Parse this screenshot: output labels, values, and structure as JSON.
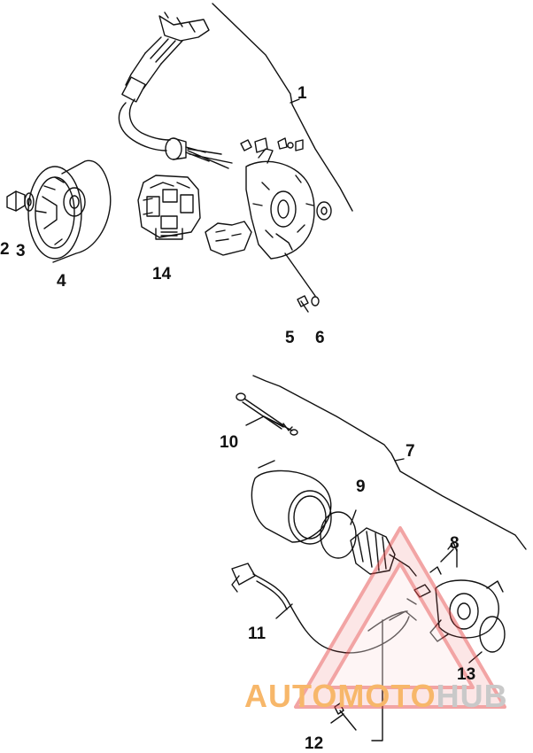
{
  "callouts": {
    "c1": "1",
    "c2": "2",
    "c3": "3",
    "c4": "4",
    "c5": "5",
    "c6": "6",
    "c7": "7",
    "c8": "8",
    "c9": "9",
    "c10": "10",
    "c11": "11",
    "c12": "12",
    "c13": "13",
    "c14": "14"
  },
  "watermark": {
    "part1": "AUTOMOTO",
    "part2": "HUB"
  },
  "colors": {
    "line": "#111111",
    "watermark_red": "#e64b4b",
    "watermark_orange": "#f7b76a",
    "watermark_gray": "#c9c9c9"
  }
}
